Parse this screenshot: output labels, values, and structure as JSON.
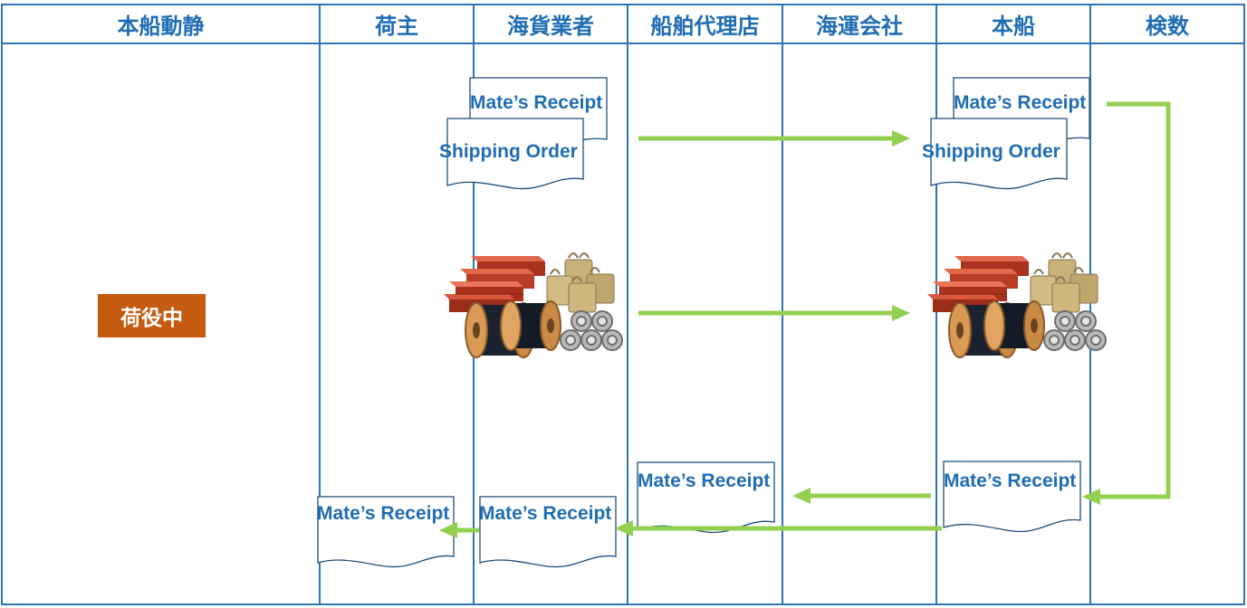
{
  "lanes": [
    "本船動静",
    "荷主",
    "海貨業者",
    "船舶代理店",
    "海運会社",
    "本船",
    "検数"
  ],
  "status_label": "荷役中",
  "documents": {
    "mates_receipt": "Mate’s Receipt",
    "shipping_order": "Shipping  Order"
  },
  "colors": {
    "lane_border": "#2e74b5",
    "header_text": "#1f6db4",
    "arrow": "#92d050",
    "status_bg": "#c55a11",
    "doc_border": "#1f4e79"
  },
  "icons": [
    "steel-beams-icon",
    "cable-reel-icon",
    "bulk-bags-icon",
    "wire-coils-icon"
  ]
}
